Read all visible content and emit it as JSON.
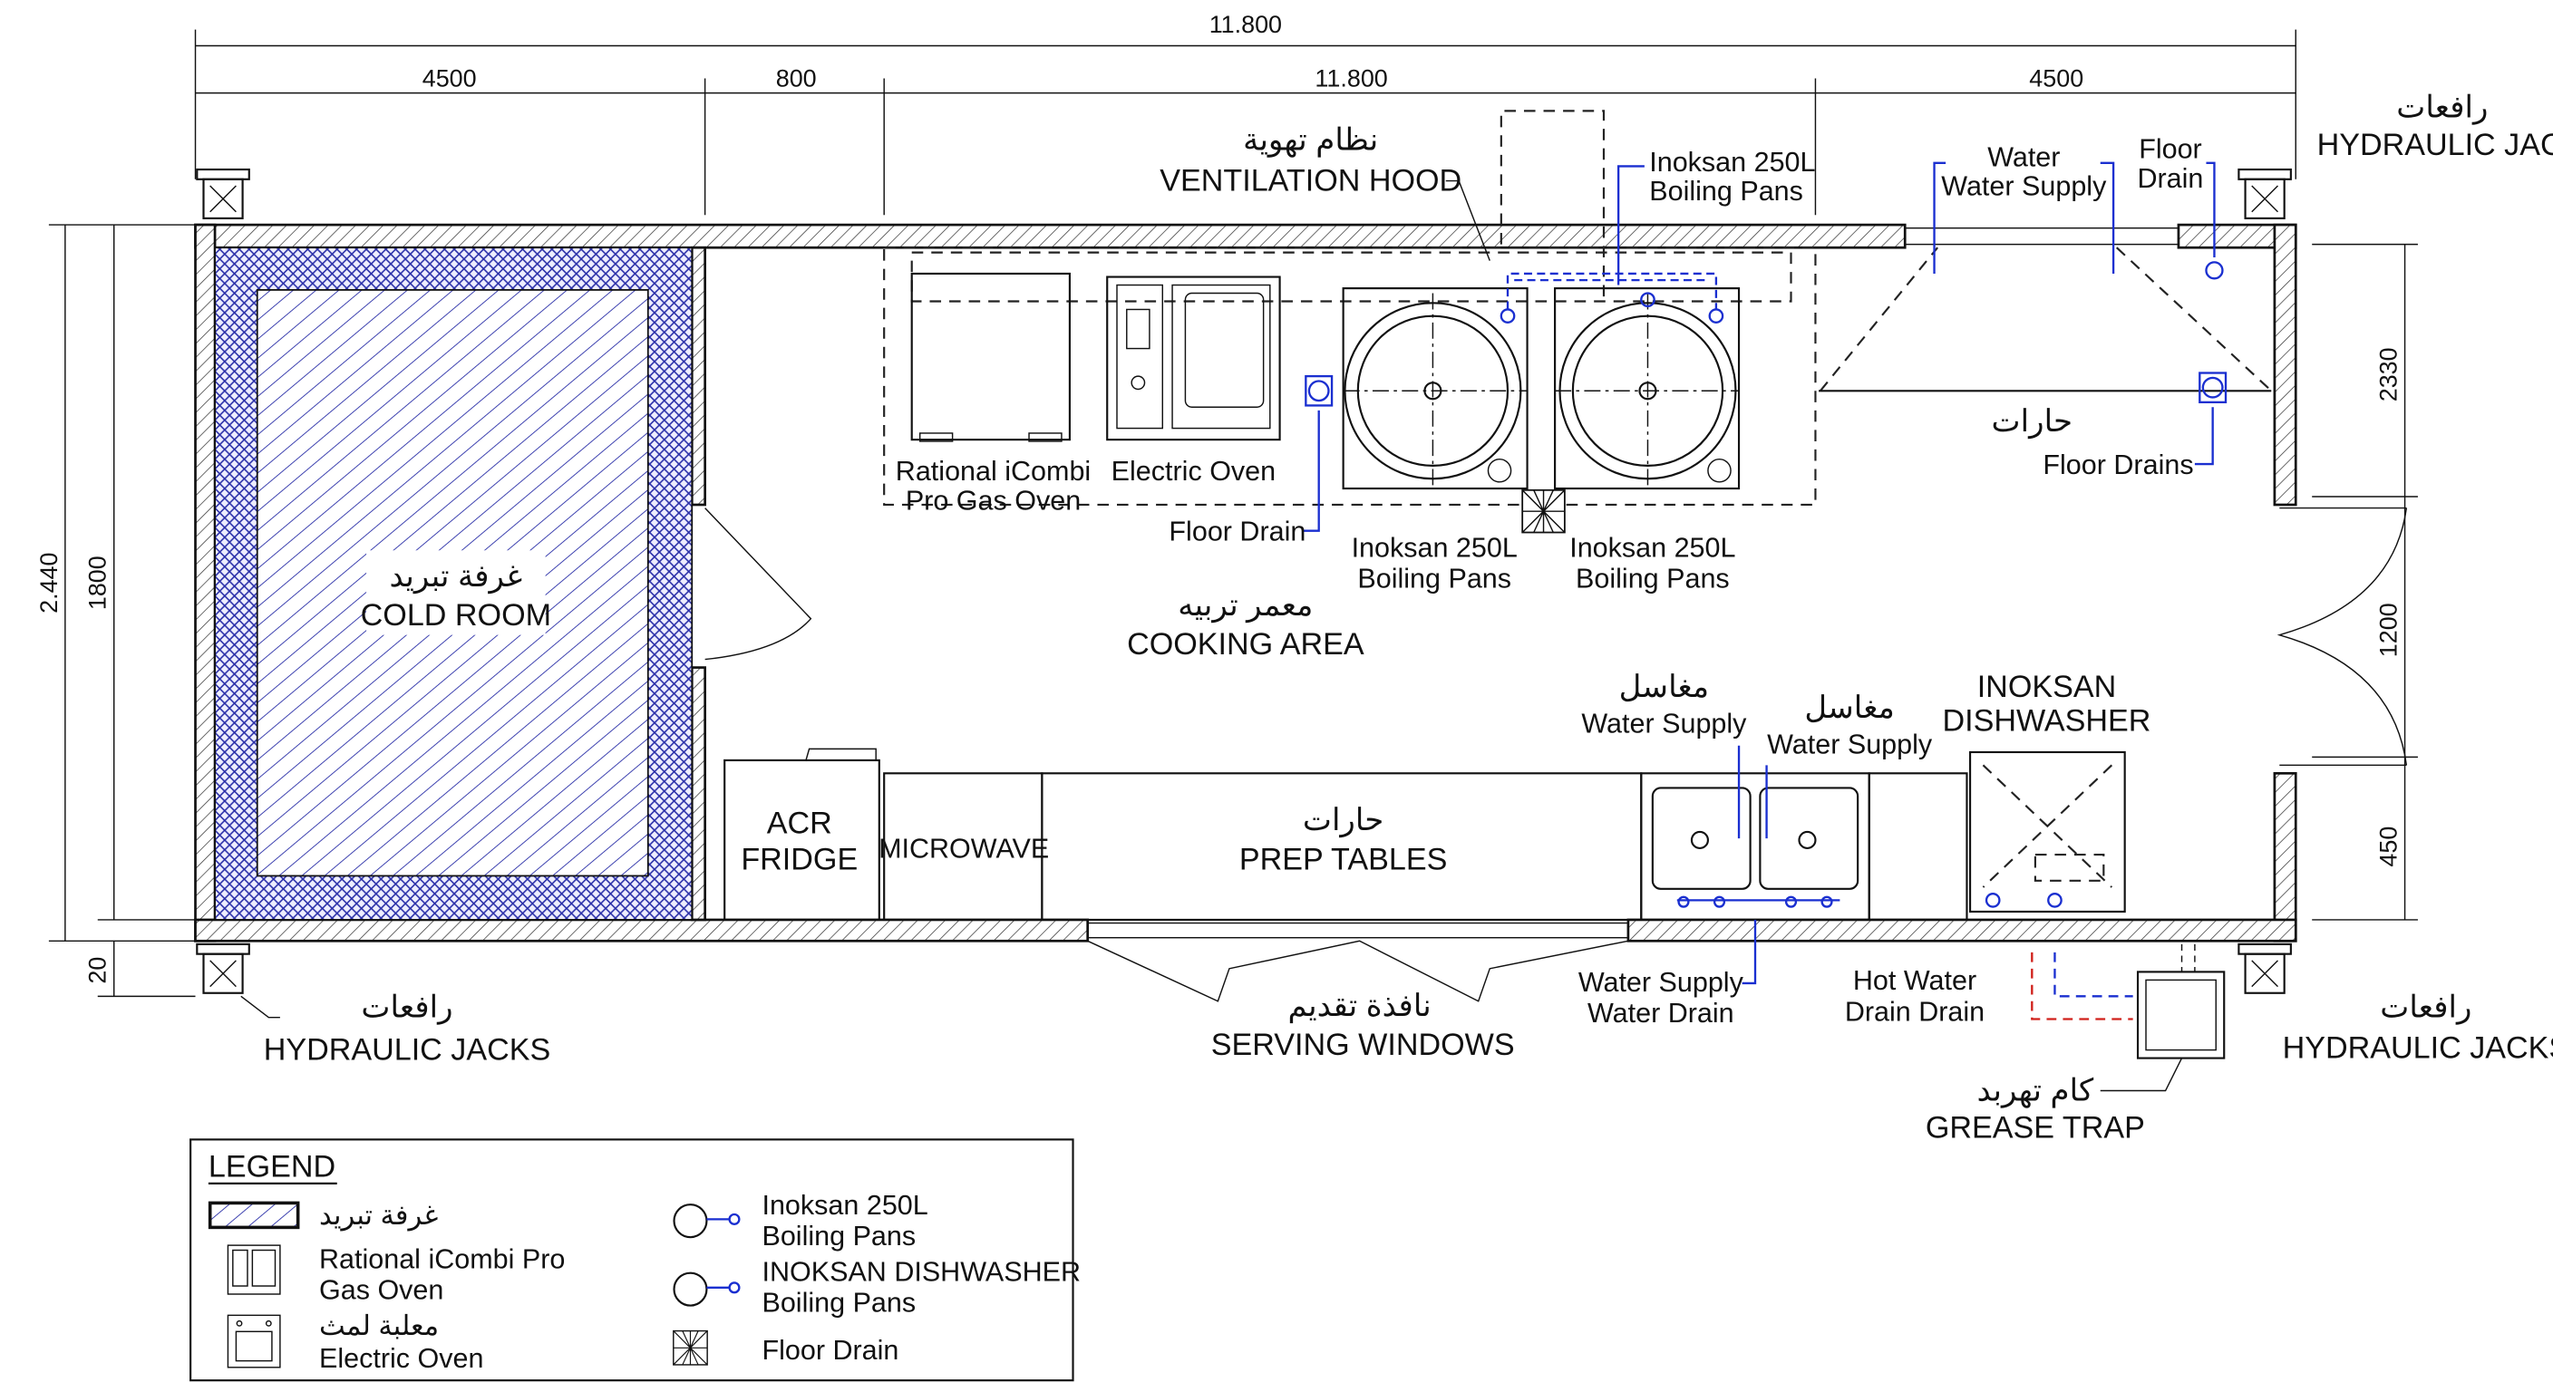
{
  "dimensions": {
    "overall": "11.800",
    "seg_left": "4500",
    "seg_door": "800",
    "seg_mid": "11.800",
    "seg_right": "4500",
    "height_total": "2.440",
    "height_inner": "1800",
    "height_base": "20",
    "right_upper": "2330",
    "right_door": "1200",
    "right_lower": "450"
  },
  "labels": {
    "cold_room_ar": "غرفة تبريد",
    "cold_room_en": "COLD ROOM",
    "vent_ar": "نظام تهوية",
    "vent_en": "VENTILATION HOOD",
    "pans_top_1": "Inoksan 250L",
    "pans_top_2": "Boiling Pans",
    "water_1": "Water",
    "water_2": "Water Supply",
    "floor_drain_top_1": "Floor",
    "floor_drain_top_2": "Drain",
    "jacks_ar": "رافعات",
    "jacks_en": "HYDRAULIC JACKS",
    "gas_oven_1": "Rational iCombi",
    "gas_oven_2": "Pro Gas Oven",
    "electric_oven": "Electric Oven",
    "floor_drain": "Floor Drain",
    "pans_a_1": "Inoksan 250L",
    "pans_a_2": "Boiling Pans",
    "pans_b_1": "Inoksan 250L",
    "pans_b_2": "Boiling Pans",
    "hot_ar": "حارات",
    "floor_drains": "Floor Drains",
    "cooking_ar": "معمر تربيه",
    "cooking_en": "COOKING AREA",
    "sinks_ar_1": "مغاسل",
    "sinks_ws_1": "Water Supply",
    "sinks_ar_2": "مغاسل",
    "sinks_ws_2": "Water Supply",
    "dishwasher_1": "INOKSAN",
    "dishwasher_2": "DISHWASHER",
    "acr_1": "ACR",
    "acr_2": "FRIDGE",
    "microwave": "MICROWAVE",
    "prep_ar": "حارات",
    "prep_en": "PREP TABLES",
    "serving_ar": "نافذة تقديم",
    "serving_en": "SERVING WINDOWS",
    "ws_bottom": "Water Supply",
    "wd_bottom": "Water Drain",
    "hot_water": "Hot Water",
    "drain_drain": "Drain Drain",
    "grease_ar": "كام تهربد",
    "grease_en": "GREASE TRAP"
  },
  "legend": {
    "title": "LEGEND",
    "items": [
      {
        "label": "غرفة تبريد"
      },
      {
        "label1": "Rational iCombi Pro",
        "label2": "Gas Oven"
      },
      {
        "label1": "معلبة لمث",
        "label2": "Electric Oven"
      },
      {
        "label1": "Inoksan 250L",
        "label2": "Boiling Pans"
      },
      {
        "label1": "INOKSAN DISHWASHER",
        "label2": "Boiling Pans"
      },
      {
        "label1": "Floor Drain"
      }
    ]
  },
  "colors": {
    "hatch": "#2a2fa8",
    "pipe_blue": "#1a2fd0",
    "pipe_red": "#d0201a"
  }
}
